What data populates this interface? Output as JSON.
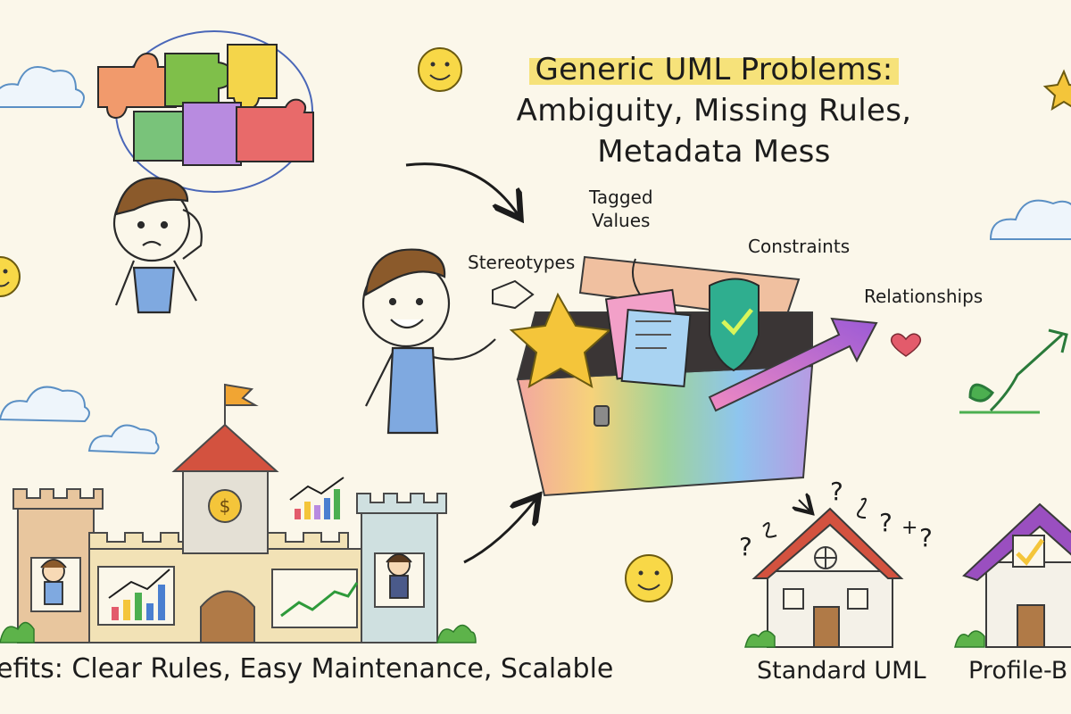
{
  "title": {
    "line1": "Generic UML Problems:",
    "line2": "Ambiguity, Missing Rules,",
    "line3": "Metadata Mess"
  },
  "toolbox_labels": {
    "tagged_values": "Tagged\nValues",
    "stereotypes": "Stereotypes",
    "constraints": "Constraints",
    "relationships": "Relationships"
  },
  "captions": {
    "benefits": "efits: Clear Rules, Easy Maintenance, Scalable",
    "standard_uml": "Standard UML",
    "profile": "Profile-B"
  },
  "doodle_marks": [
    "?",
    "?",
    "?",
    "+",
    "?"
  ],
  "colors": {
    "background": "#fbf7ea",
    "title_highlight": "#f6e27a",
    "ink": "#1c1c1c",
    "toolbox_gradient": [
      "#f2a7a0",
      "#f6d27a",
      "#9fd39a",
      "#8ec5ee",
      "#b79ae2"
    ],
    "shield": "#2fae8f",
    "star": "#f4c53a",
    "arrow": "#c65ad6",
    "roof_red": "#d3523f",
    "roof_purple": "#9a4fc0"
  },
  "icons": [
    "puzzle-icon",
    "smiley-icon",
    "cloud-icon",
    "star-icon",
    "tag-icon",
    "shield-check-icon",
    "heart-icon",
    "sprout-arrow-icon",
    "flag-icon",
    "dollar-icon",
    "bar-chart-icon",
    "house-icon",
    "checkmark-icon"
  ]
}
